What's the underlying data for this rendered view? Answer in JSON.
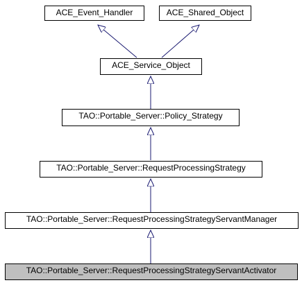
{
  "diagram": {
    "classes": {
      "event_handler": "ACE_Event_Handler",
      "shared_object": "ACE_Shared_Object",
      "service_object": "ACE_Service_Object",
      "policy_strategy": "TAO::Portable_Server::Policy_Strategy",
      "request_processing_strategy": "TAO::Portable_Server::RequestProcessingStrategy",
      "rps_servant_manager": "TAO::Portable_Server::RequestProcessingStrategyServantManager",
      "rps_servant_activator": "TAO::Portable_Server::RequestProcessingStrategyServantActivator"
    },
    "current_class": "rps_servant_activator",
    "edge_color": "#191970",
    "highlight_fill": "#bfbfbf"
  }
}
